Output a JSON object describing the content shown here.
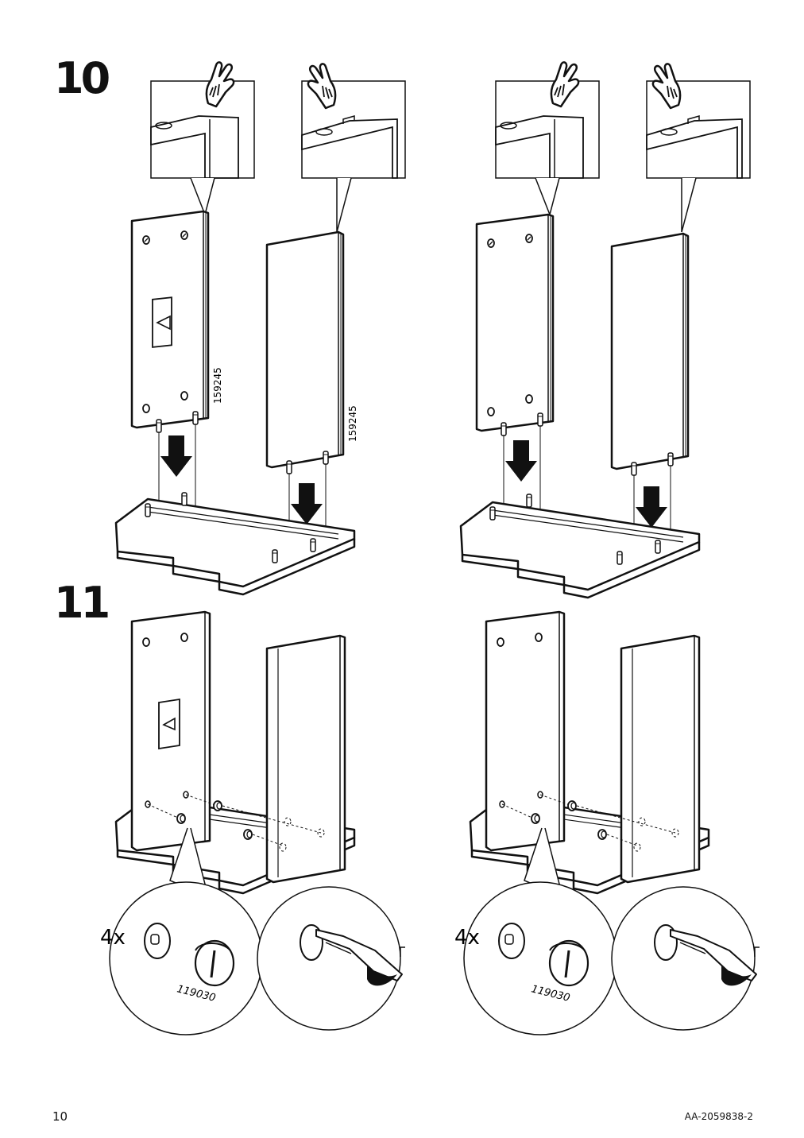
{
  "steps": [
    {
      "number": "10",
      "part_numbers": [
        "159245",
        "159245"
      ]
    },
    {
      "number": "11",
      "quantity": "4x",
      "part_number": "119030"
    }
  ],
  "footer": {
    "page_number": "10",
    "document_code": "AA-2059838-2"
  }
}
